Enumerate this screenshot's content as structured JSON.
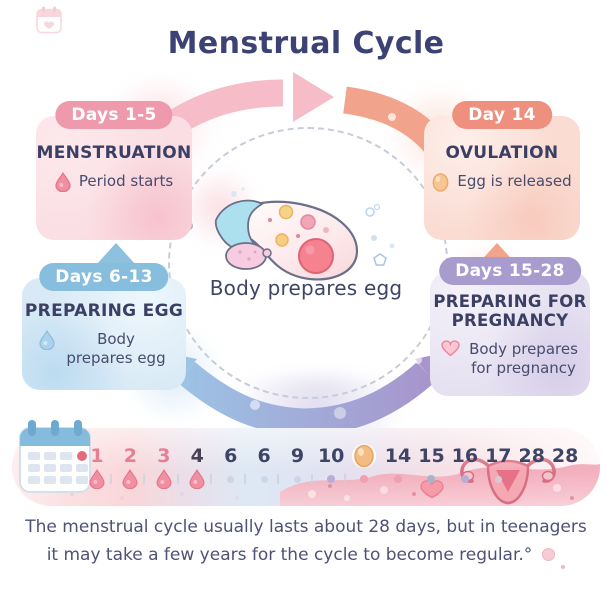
{
  "title": "Menstrual Cycle",
  "stages": {
    "menstruation": {
      "badge": "Days 1-5",
      "title": "MENSTRUATION",
      "detail": "Period starts",
      "icon": "droplet-pink-icon"
    },
    "ovulation": {
      "badge": "Day 14",
      "title": "OVULATION",
      "detail": "Egg is released",
      "icon": "egg-icon"
    },
    "preparing_egg": {
      "badge": "Days 6-13",
      "title": "PREPARING EGG",
      "detail": "Body prepares egg",
      "icon": "droplet-blue-icon"
    },
    "pregnancy": {
      "badge": "Days 15-28",
      "title": "PREPARING FOR PREGNANCY",
      "detail": "Body prepares for pregnancy",
      "icon": "heart-icon"
    }
  },
  "center": {
    "caption": "Body prepares egg",
    "illustration": "ovary-with-follicles-and-egg"
  },
  "cycle_arrows": [
    "pink-arc-right",
    "salmon-arc-down",
    "blue-up-arrow",
    "salmon-up-arrow",
    "blue-purple-arc-up-both-ends"
  ],
  "timeline": {
    "calendar_icon": "calendar-icon",
    "egg_icon": "egg-released-icon",
    "uterus_icon": "uterus-icon",
    "heart_icon": "heart-icon",
    "days": [
      {
        "label": "1",
        "color": "pink",
        "marker": "droplet"
      },
      {
        "label": "2",
        "color": "pink",
        "marker": "droplet"
      },
      {
        "label": "3",
        "color": "pink",
        "marker": "droplet"
      },
      {
        "label": "4",
        "color": "dark",
        "marker": "droplet"
      },
      {
        "label": "6",
        "color": "navy",
        "marker": "tickdot"
      },
      {
        "label": "6",
        "color": "navy",
        "marker": "tickdot"
      },
      {
        "label": "9",
        "color": "navy",
        "marker": "tickdot"
      },
      {
        "label": "10",
        "color": "navy",
        "marker": "dot-lav"
      },
      {
        "label": "",
        "color": "egg",
        "marker": "dot-pink",
        "type": "egg"
      },
      {
        "label": "14",
        "color": "navy",
        "marker": "dot-pink"
      },
      {
        "label": "15",
        "color": "navy",
        "marker": "dot-grey"
      },
      {
        "label": "16",
        "color": "navy",
        "marker": "dot-lav"
      },
      {
        "label": "17",
        "color": "navy",
        "marker": "dot-faint"
      },
      {
        "label": "28",
        "color": "navy",
        "marker": "none"
      },
      {
        "label": "28",
        "color": "navy",
        "marker": "none"
      }
    ]
  },
  "footnote": {
    "line1": "The menstrual cycle usually lasts about 28 days, but in teenagers",
    "line2": "it may take a few years for the cycle to become regular.°"
  },
  "colors": {
    "title_text": "#3c4273",
    "heading_text": "#3a3f63",
    "body_text": "#474c6e",
    "menstruation_card": "#fadee3",
    "menstruation_badge": "#ef9aac",
    "ovulation_card": "#fadcd3",
    "ovulation_badge": "#ef8f7d",
    "preparing_egg_card": "#d9eaf6",
    "preparing_egg_badge": "#88bedd",
    "pregnancy_card": "#e6e1f1",
    "pregnancy_badge": "#a89bcd",
    "droplet_pink": "#ef8fa0",
    "droplet_blue": "#a9d2ec",
    "heart_pink": "#f28ba0",
    "egg_orange": "#f2b87e",
    "arrow_pink": "#f6bcc8",
    "arrow_salmon": "#f2a38b",
    "arrow_blue": "#8ec0df",
    "arrow_purple": "#a795cc",
    "day_number_pink": "#e57f91",
    "day_number_dark": "#3e4466"
  }
}
